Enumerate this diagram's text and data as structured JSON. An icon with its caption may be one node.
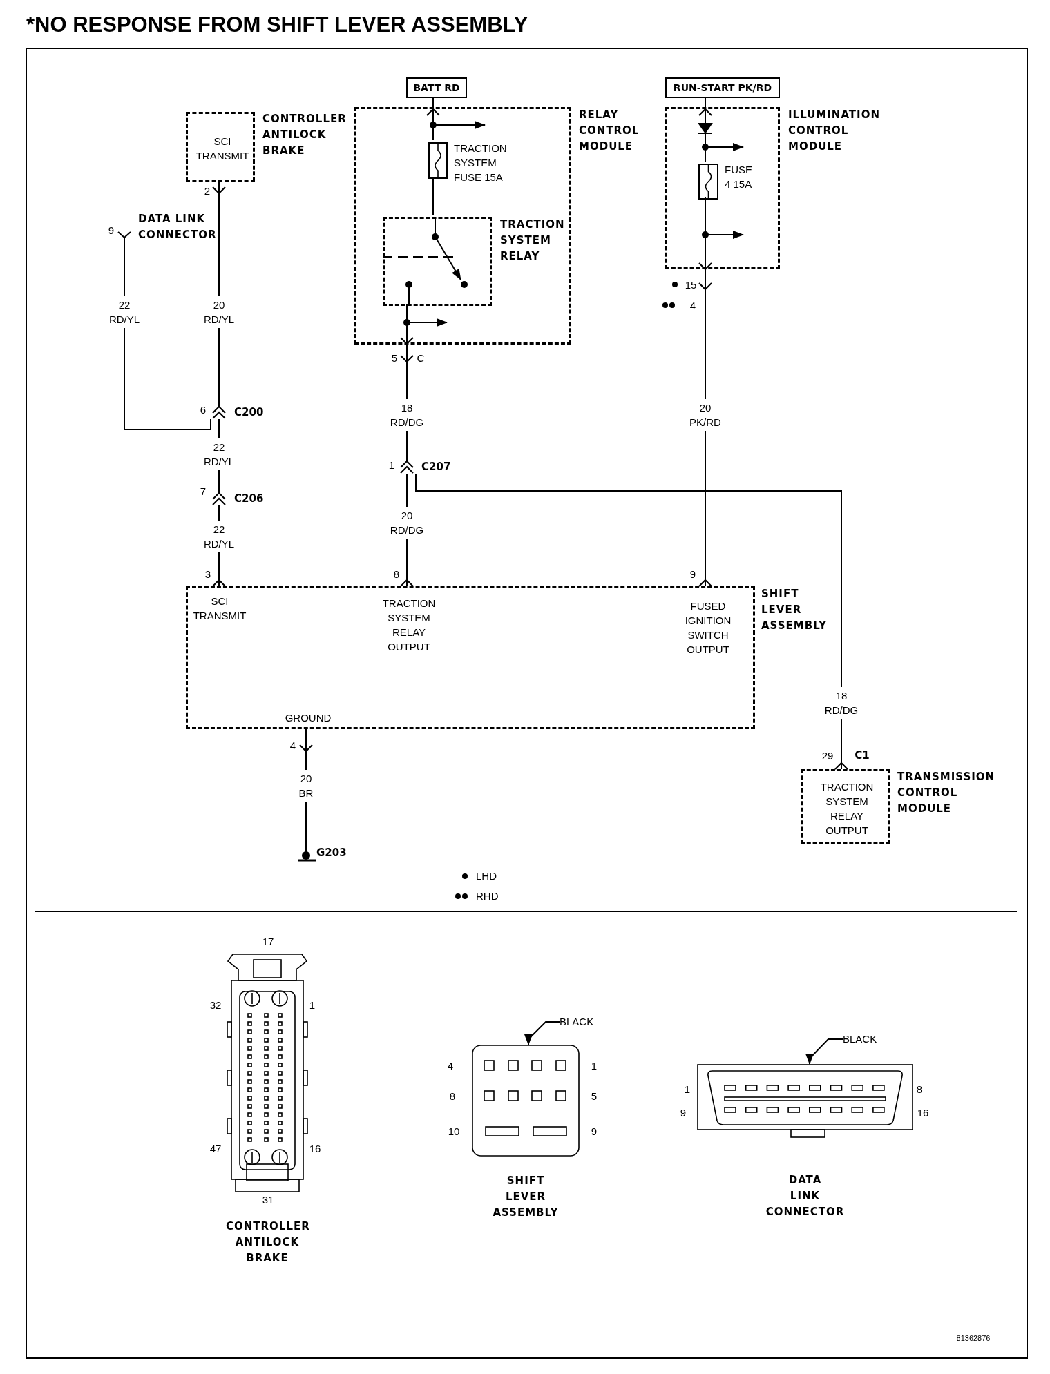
{
  "diagram": {
    "title": "*NO RESPONSE FROM SHIFT LEVER ASSEMBLY",
    "nodes": [
      {
        "text": [
          "SCI TRANSMIT",
          "CONTROLLER ANTILOCK BRAKE"
        ],
        "beside": [
          "2"
        ]
      },
      {
        "text": [
          "DATA LINK CONNECTOR"
        ],
        "beside": [
          "9"
        ]
      },
      {
        "text": [
          "BATT RD"
        ]
      },
      {
        "text": [
          "RELAY CONTROL MODULE"
        ],
        "beside": [
          "5",
          "C"
        ]
      },
      {
        "text": [
          "TRACTION SYSTEM FUSE 15A"
        ],
        "in": 3
      },
      {
        "text": [
          "TRACTION SYSTEM RELAY"
        ],
        "in": 3
      },
      {
        "text": [
          "RUN-START PK/RD"
        ]
      },
      {
        "text": [
          "ILLUMINATION CONTROL MODULE"
        ],
        "beside": [
          "15",
          "4"
        ]
      },
      {
        "text": [
          "FUSE 4 15A"
        ],
        "in": 7
      },
      {
        "text": [
          "C200"
        ],
        "beside": [
          "6"
        ]
      },
      {
        "text": [
          "C206"
        ],
        "beside": [
          "7"
        ]
      },
      {
        "text": [
          "C207"
        ],
        "beside": [
          "1"
        ]
      },
      {
        "text": [
          "SCI TRANSMIT",
          "TRACTION SYSTEM RELAY OUTPUT",
          "FUSED IGNITION SWITCH OUTPUT",
          "GROUND",
          "SHIFT LEVER ASSEMBLY"
        ],
        "beside": [
          "3",
          "8",
          "9",
          "4"
        ]
      },
      {
        "text": [
          "G203"
        ]
      },
      {
        "text": [
          "TRACTION SYSTEM RELAY OUTPUT",
          "TRANSMISSION CONTROL MODULE"
        ],
        "beside": [
          "29",
          "C1"
        ]
      },
      {
        "text": [
          "CONTROLLER ANTILOCK BRAKE"
        ],
        "beside": [
          "17",
          "32",
          "1",
          "47",
          "16",
          "31"
        ]
      },
      {
        "text": [
          "SHIFT LEVER ASSEMBLY"
        ],
        "beside": [
          "4",
          "1",
          "8",
          "5",
          "10",
          "9"
        ]
      },
      {
        "text": [
          "BLACK"
        ]
      },
      {
        "text": [
          "DATA LINK CONNECTOR"
        ],
        "beside": [
          "1",
          "8",
          "9",
          "16"
        ]
      },
      {
        "text": [
          "BLACK"
        ]
      }
    ],
    "edges": [
      {
        "from": 0,
        "to": 9,
        "arrow": "other",
        "label": "20 RD/YL"
      },
      {
        "from": 1,
        "to": 9,
        "arrow": "other",
        "label": "22 RD/YL"
      },
      {
        "from": 9,
        "to": 10,
        "arrow": "other",
        "label": "22 RD/YL"
      },
      {
        "from": 10,
        "to": 12,
        "arrow": "other",
        "label": "22 RD/YL"
      },
      {
        "from": 4,
        "to": 2,
        "arrow": "to"
      },
      {
        "from": 4,
        "to": 5,
        "arrow": "none"
      },
      {
        "from": 5,
        "to": 11,
        "arrow": "other",
        "label": "18 RD/DG"
      },
      {
        "from": 8,
        "to": 6,
        "arrow": "to"
      },
      {
        "from": 8,
        "to": 12,
        "arrow": "other",
        "label": "20 PK/RD"
      },
      {
        "from": 11,
        "to": 12,
        "arrow": "other",
        "label": "20 RD/DG"
      },
      {
        "from": 11,
        "to": 14,
        "arrow": "other",
        "label": "18 RD/DG"
      },
      {
        "from": 12,
        "to": 13,
        "arrow": "other",
        "label": "20 BR"
      },
      {
        "from": 17,
        "to": 16,
        "arrow": "to"
      },
      {
        "from": 19,
        "to": 18,
        "arrow": "to"
      }
    ],
    "labels": [
      "81362876"
    ],
    "legend": [
      {
        "text": "LHD"
      },
      {
        "text": "RHD"
      }
    ]
  }
}
